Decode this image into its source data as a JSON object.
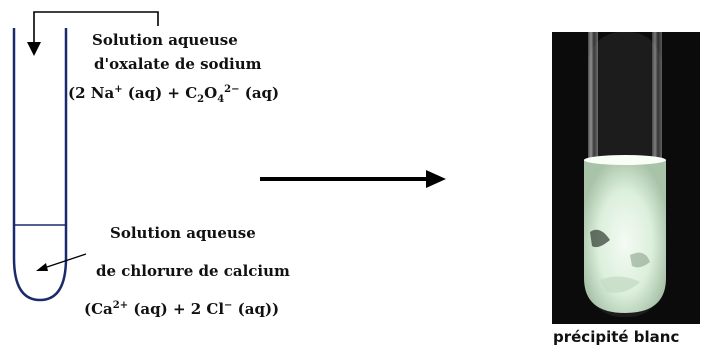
{
  "top_reagent": {
    "line1": "Solution aqueuse",
    "line2": "d'oxalate de sodium",
    "formula": {
      "open": "(2 Na",
      "na_charge": "+",
      "mid": " (aq)  +  C",
      "c_sub": "2",
      "o": "O",
      "o_sub": "4",
      "o_charge": "2−",
      "close": " (aq)"
    }
  },
  "bottom_reagent": {
    "line1": "Solution aqueuse",
    "line2": "de chlorure de calcium",
    "formula": {
      "open": "(Ca",
      "ca_charge": "2+",
      "mid": " (aq)  + 2 Cl",
      "cl_charge": "−",
      "close": " (aq))"
    }
  },
  "result_label": "précipité blanc",
  "colors": {
    "tube_stroke": "#1a2a6c",
    "arrow": "#000000",
    "photo_bg": "#0b0b0b",
    "precipitate": "#e6f3e6"
  },
  "icons": [
    "down-arrow-icon",
    "reaction-arrow-icon",
    "pointer-arrow-icon"
  ]
}
